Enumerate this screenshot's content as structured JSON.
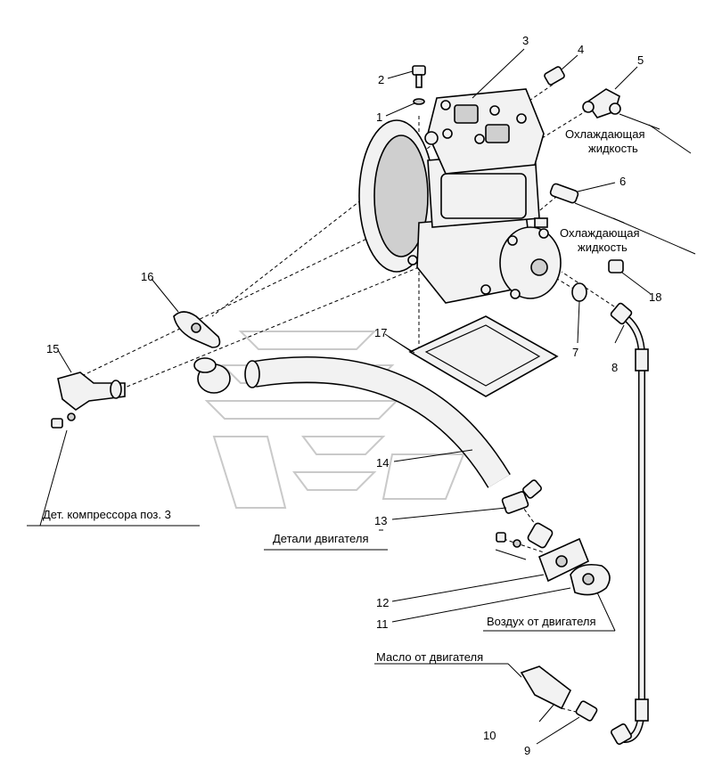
{
  "callouts": [
    "1",
    "2",
    "3",
    "4",
    "5",
    "6",
    "7",
    "8",
    "9",
    "10",
    "11",
    "12",
    "13",
    "14",
    "15",
    "16",
    "17",
    "18"
  ],
  "notes": {
    "coolant_top_1": "Охлаждающая",
    "coolant_top_2": "жидкость",
    "coolant_mid_1": "Охлаждающая",
    "coolant_mid_2": "жидкость",
    "compressor_parts": "Дет. компрессора поз. 3",
    "engine_parts": "Детали двигателя",
    "air_from_engine": "Воздух от двигателя",
    "oil_from_engine": "Масло от двигателя"
  }
}
